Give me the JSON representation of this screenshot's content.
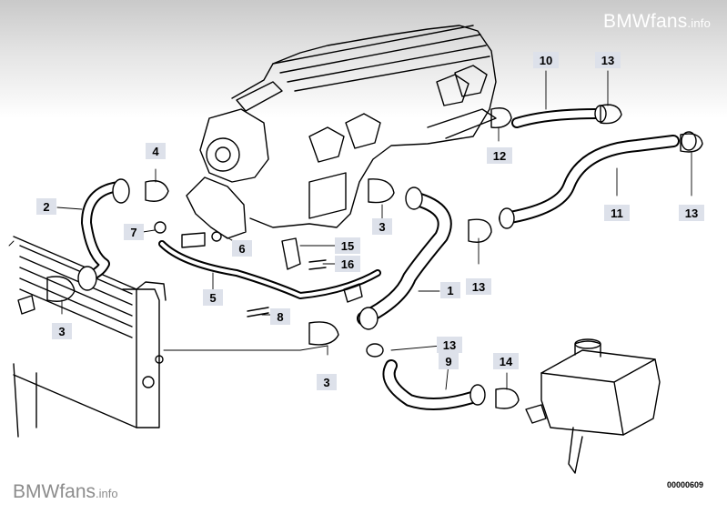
{
  "watermark_top": {
    "brand": "BMWfans",
    "suffix": ".info"
  },
  "watermark_bottom": {
    "brand": "BMWfans",
    "suffix": ".info"
  },
  "reference_number": "00000609",
  "callouts": {
    "c1": "1",
    "c2": "2",
    "c3a": "3",
    "c3b": "3",
    "c3c": "3",
    "c4": "4",
    "c5": "5",
    "c6": "6",
    "c7": "7",
    "c8": "8",
    "c9": "9",
    "c10": "10",
    "c11": "11",
    "c12": "12",
    "c13a": "13",
    "c13b": "13",
    "c13c": "13",
    "c13d": "13",
    "c14": "14",
    "c15": "15",
    "c16": "16"
  }
}
